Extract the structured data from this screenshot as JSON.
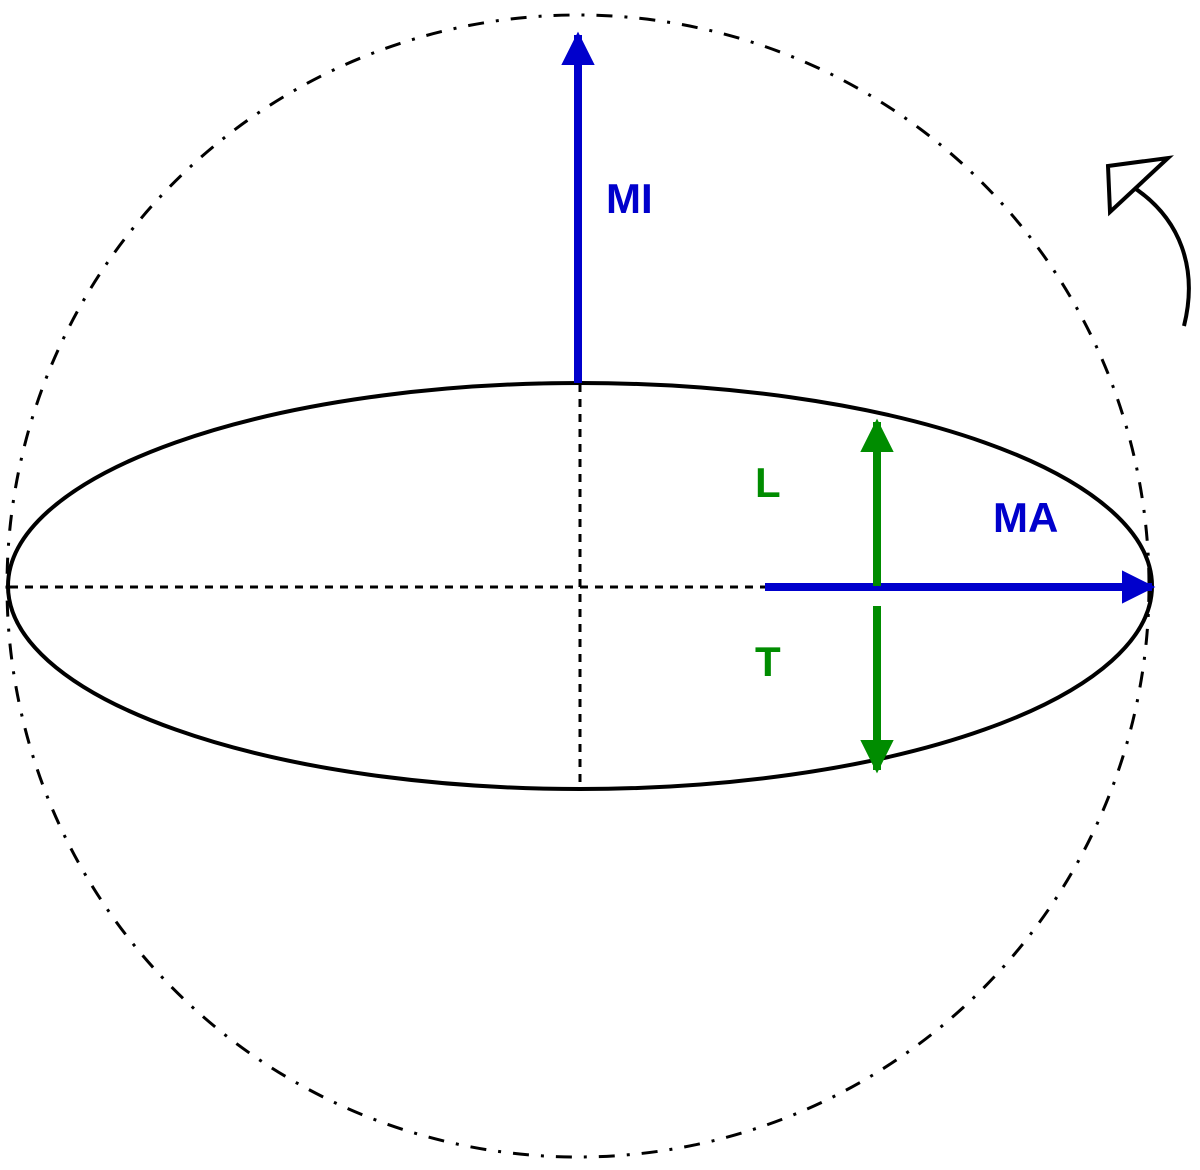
{
  "labels": {
    "minor_axis": "MI",
    "major_axis": "MA",
    "upper": "L",
    "lower": "T"
  },
  "colors": {
    "axis_arrows": "#0000cc",
    "direction_arrows": "#008c00",
    "outline": "#000000",
    "background": "#ffffff"
  }
}
